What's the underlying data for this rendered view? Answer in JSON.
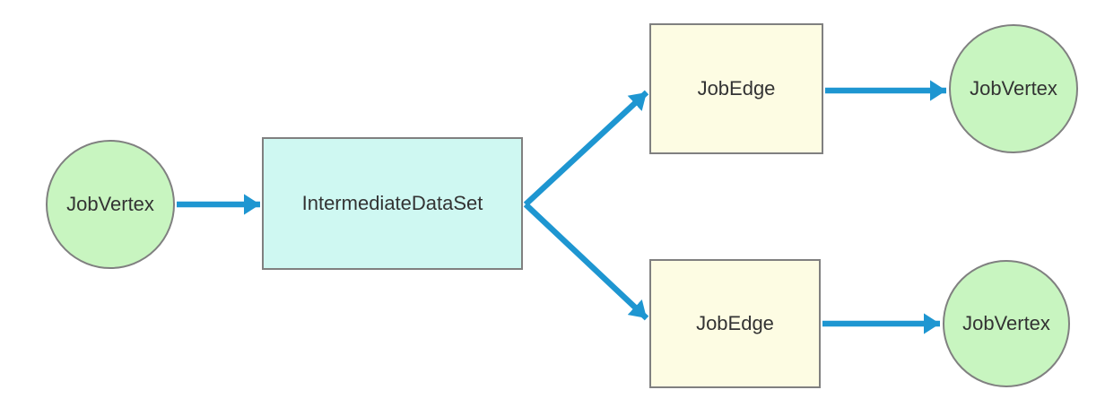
{
  "diagram": {
    "type": "flow-diagram",
    "description": "Job graph structure: JobVertex to IntermediateDataSet forking to two JobEdge nodes, each leading to a JobVertex",
    "background": "#ffffff",
    "colors": {
      "vertex_fill": "#c8f5c0",
      "dataset_fill": "#cff8f2",
      "edge_fill": "#fdfce3",
      "node_border": "#808080",
      "arrow": "#1e96d1",
      "text": "#333333"
    },
    "nodes": [
      {
        "id": "job-vertex-left",
        "label": "JobVertex",
        "shape": "circle"
      },
      {
        "id": "intermediate-dataset",
        "label": "IntermediateDataSet",
        "shape": "rect"
      },
      {
        "id": "job-edge-top",
        "label": "JobEdge",
        "shape": "rect"
      },
      {
        "id": "job-vertex-top-right",
        "label": "JobVertex",
        "shape": "circle"
      },
      {
        "id": "job-edge-bottom",
        "label": "JobEdge",
        "shape": "rect"
      },
      {
        "id": "job-vertex-bottom-right",
        "label": "JobVertex",
        "shape": "circle"
      }
    ],
    "edges": [
      {
        "from": "job-vertex-left",
        "to": "intermediate-dataset"
      },
      {
        "from": "intermediate-dataset",
        "to": "job-edge-top"
      },
      {
        "from": "intermediate-dataset",
        "to": "job-edge-bottom"
      },
      {
        "from": "job-edge-top",
        "to": "job-vertex-top-right"
      },
      {
        "from": "job-edge-bottom",
        "to": "job-vertex-bottom-right"
      }
    ]
  }
}
